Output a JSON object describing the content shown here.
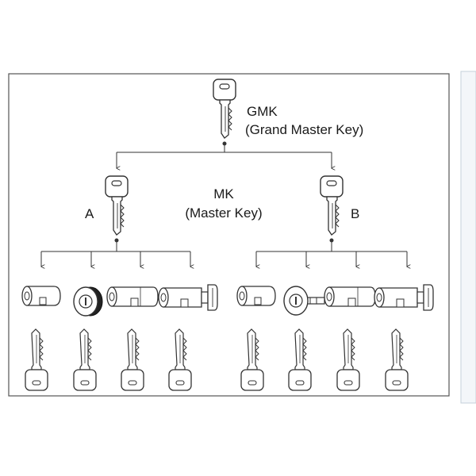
{
  "top": {
    "code": "GMK",
    "description": "(Grand Master Key)"
  },
  "middle": {
    "code": "MK",
    "description": "(Master Key)"
  },
  "groups": [
    {
      "label": "A",
      "cylinders": [
        "euro-half-cylinder",
        "rim-cylinder",
        "euro-double-cylinder",
        "euro-thumbturn-cylinder"
      ]
    },
    {
      "label": "B",
      "cylinders": [
        "euro-half-cylinder",
        "mortise-cylinder-with-cam",
        "euro-double-cylinder",
        "euro-thumbturn-cylinder"
      ]
    }
  ],
  "colors": {
    "line": "#333333",
    "frame": "#555555",
    "side_panel": "#f3f6f9",
    "side_border": "#c5d0da"
  }
}
